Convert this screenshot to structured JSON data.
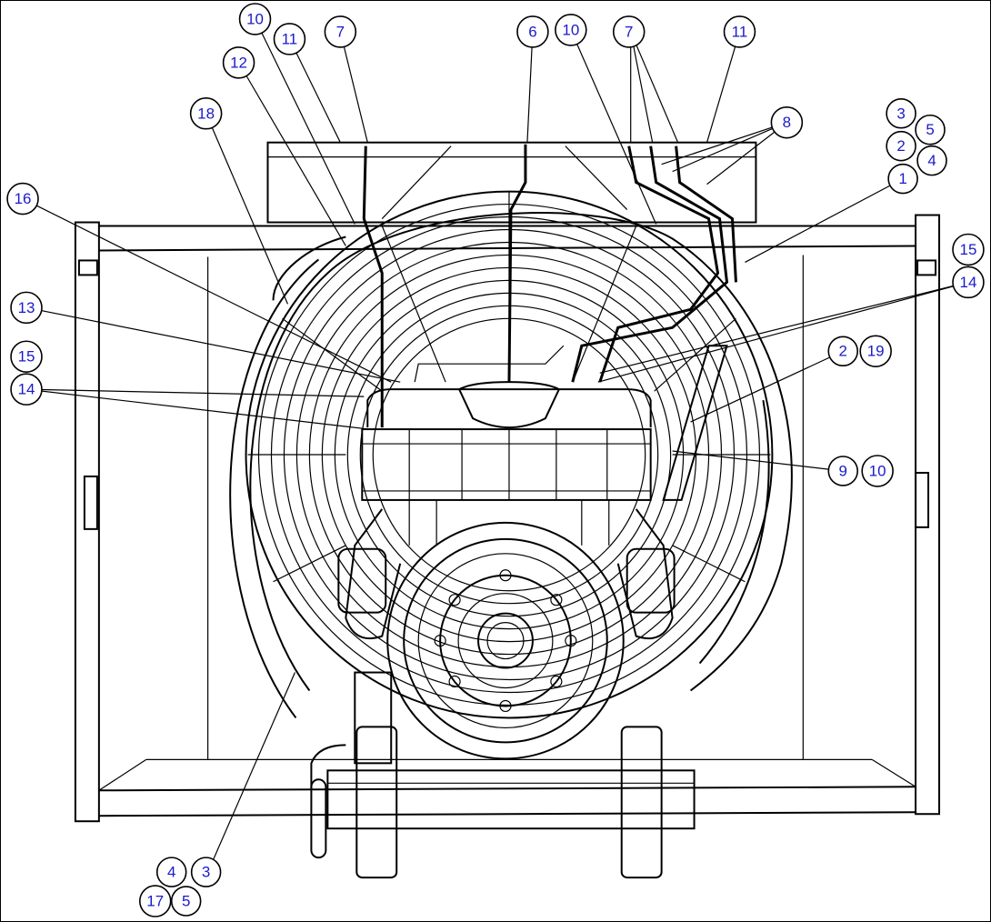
{
  "diagram": {
    "callout_text_color": "#1a1acc",
    "line_color": "#000000",
    "background": "#ffffff",
    "callouts": [
      {
        "id": "c10a",
        "label": "10"
      },
      {
        "id": "c11a",
        "label": "11"
      },
      {
        "id": "c7a",
        "label": "7"
      },
      {
        "id": "c6",
        "label": "6"
      },
      {
        "id": "c10b",
        "label": "10"
      },
      {
        "id": "c7b",
        "label": "7"
      },
      {
        "id": "c11b",
        "label": "11"
      },
      {
        "id": "c12",
        "label": "12"
      },
      {
        "id": "c18",
        "label": "18"
      },
      {
        "id": "c8",
        "label": "8"
      },
      {
        "id": "c3a",
        "label": "3"
      },
      {
        "id": "c5a",
        "label": "5"
      },
      {
        "id": "c2a",
        "label": "2"
      },
      {
        "id": "c4a",
        "label": "4"
      },
      {
        "id": "c1",
        "label": "1"
      },
      {
        "id": "c16",
        "label": "16"
      },
      {
        "id": "c15a",
        "label": "15"
      },
      {
        "id": "c14a",
        "label": "14"
      },
      {
        "id": "c13",
        "label": "13"
      },
      {
        "id": "c15b",
        "label": "15"
      },
      {
        "id": "c14b",
        "label": "14"
      },
      {
        "id": "c2b",
        "label": "2"
      },
      {
        "id": "c19",
        "label": "19"
      },
      {
        "id": "c9",
        "label": "9"
      },
      {
        "id": "c10c",
        "label": "10"
      },
      {
        "id": "c4b",
        "label": "4"
      },
      {
        "id": "c3b",
        "label": "3"
      },
      {
        "id": "c17",
        "label": "17"
      },
      {
        "id": "c5b",
        "label": "5"
      }
    ]
  }
}
